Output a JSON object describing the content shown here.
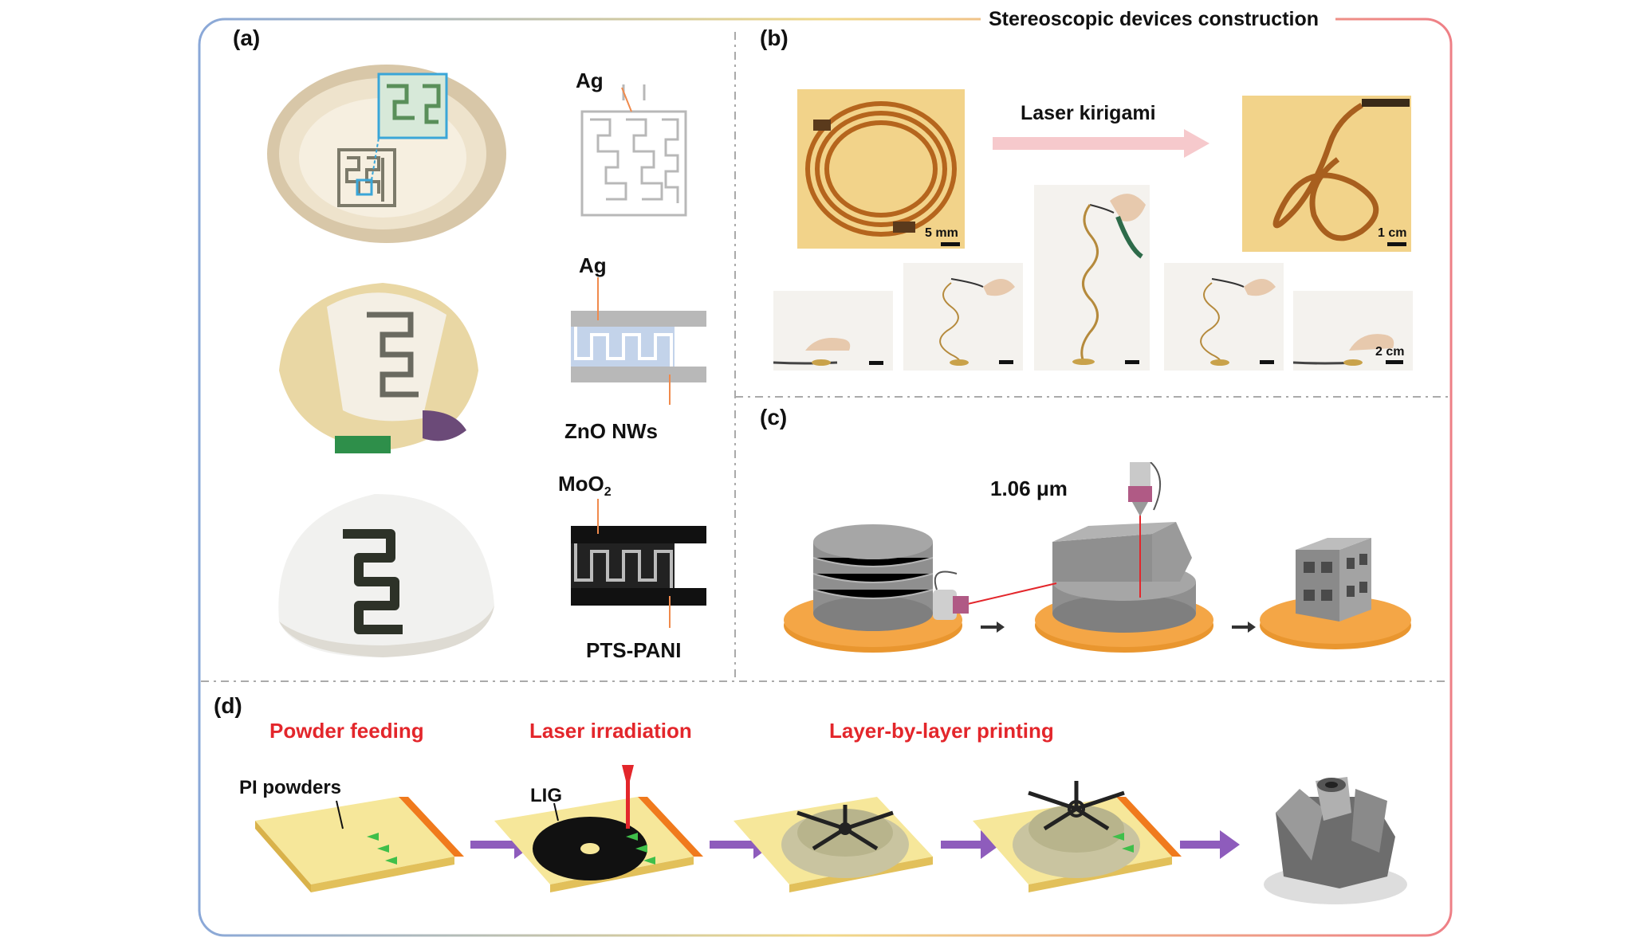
{
  "figure": {
    "header_title": "Stereoscopic devices construction",
    "colors": {
      "frame_left": "#8aa8d8",
      "frame_mid": "#f0d98a",
      "frame_right": "#ee7f86",
      "accent_red": "#e3262b",
      "arrow_purple": "#7a3fb0",
      "gold_plate": "#f4a646",
      "yellow_sheet": "#f6e79a"
    }
  },
  "panel_a": {
    "letter": "(a)",
    "row1_label": "Ag",
    "row2_label_top": "Ag",
    "row2_label_bottom": "ZnO NWs",
    "row3_label_top_main": "MoO",
    "row3_label_top_sub": "2",
    "row3_label_bottom": "PTS-PANI"
  },
  "panel_b": {
    "letter": "(b)",
    "process_label": "Laser kirigami",
    "scale_left": "5 mm",
    "scale_right": "1 cm",
    "scale_bottom": "2 cm"
  },
  "panel_c": {
    "letter": "(c)",
    "wavelength_label": "1.06 μm"
  },
  "panel_d": {
    "letter": "(d)",
    "step1_title": "Powder feeding",
    "step2_title": "Laser irradiation",
    "step3_title": "Layer-by-layer printing",
    "powder_label": "PI powders",
    "lig_label": "LIG"
  }
}
